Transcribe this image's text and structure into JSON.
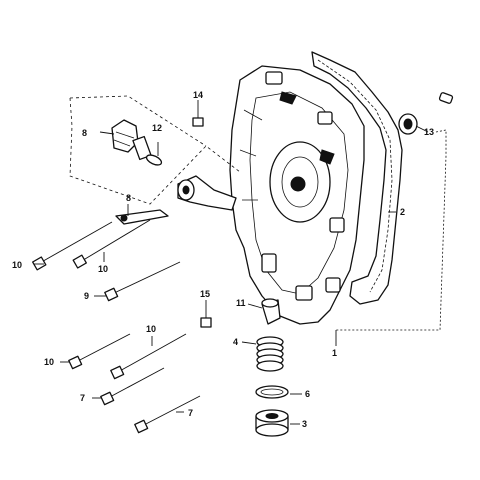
{
  "diagram": {
    "labels": {
      "l1": "1",
      "l2": "2",
      "l3": "3",
      "l4": "4",
      "l6": "6",
      "l7a": "7",
      "l7b": "7",
      "l8a": "8",
      "l8b": "8",
      "l9": "9",
      "l10a": "10",
      "l10b": "10",
      "l10c": "10",
      "l10d": "10",
      "l11": "11",
      "l12": "12",
      "l13": "13",
      "l14": "14",
      "l15": "15"
    }
  }
}
